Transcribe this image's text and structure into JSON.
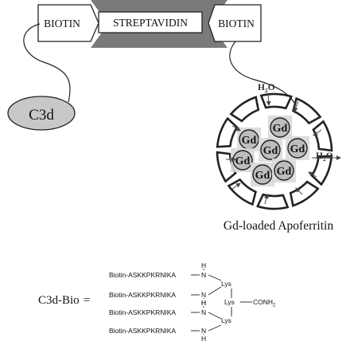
{
  "top_complex": {
    "left_label": "BIOTIN",
    "center_label": "STREPTAVIDIN",
    "right_label": "BIOTIN"
  },
  "c3d_label": "C3d",
  "apoferritin": {
    "gd_label": "Gd",
    "gd_count": 7,
    "water_label": "H",
    "water_subscript": "2",
    "water_suffix": "O",
    "caption": "Gd-loaded Apoferritin"
  },
  "conjugate": {
    "name": "C3d-Bio",
    "equals": "=",
    "peptide": "Biotin-ASKKPKRNIKA",
    "n_atom": "N",
    "h_atom": "H",
    "lys": "Lys",
    "conh": "CONH",
    "conh_sub": "2"
  },
  "colors": {
    "outline": "#222222",
    "streptavidin_wedge": "#7a7a7a",
    "c3d_fill": "#c8c8c8",
    "gd_fill": "#bdbdbd",
    "gd_glow": "#e6e6e6"
  }
}
